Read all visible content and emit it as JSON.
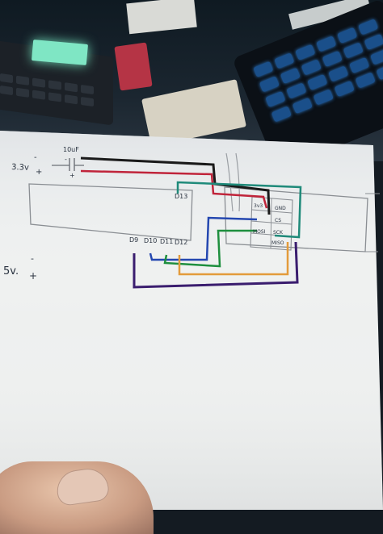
{
  "annotations": {
    "capacitor_label": "10uF",
    "supply_3v3": "3.3v",
    "minus_sign": "-",
    "plus_sign": "+",
    "supply_5v": "5v.",
    "pin_d13": "D13",
    "pin_d9": "D9",
    "pin_d10": "D10",
    "pin_d11": "D11",
    "pin_d12": "D12",
    "sd_pin_3v3": "3v3",
    "sd_pin_gnd": "GND",
    "sd_pin_cs": "CS",
    "sd_pin_mosi": "MOSI",
    "sd_pin_sck": "SCK",
    "sd_pin_miso": "MISO"
  },
  "wire_colors": {
    "black": "#1a1a1a",
    "red": "#c0243a",
    "teal": "#1f8a7a",
    "blue": "#2447b0",
    "green": "#1e8f3e",
    "orange": "#e39b3b",
    "purple": "#3a1d6e"
  }
}
